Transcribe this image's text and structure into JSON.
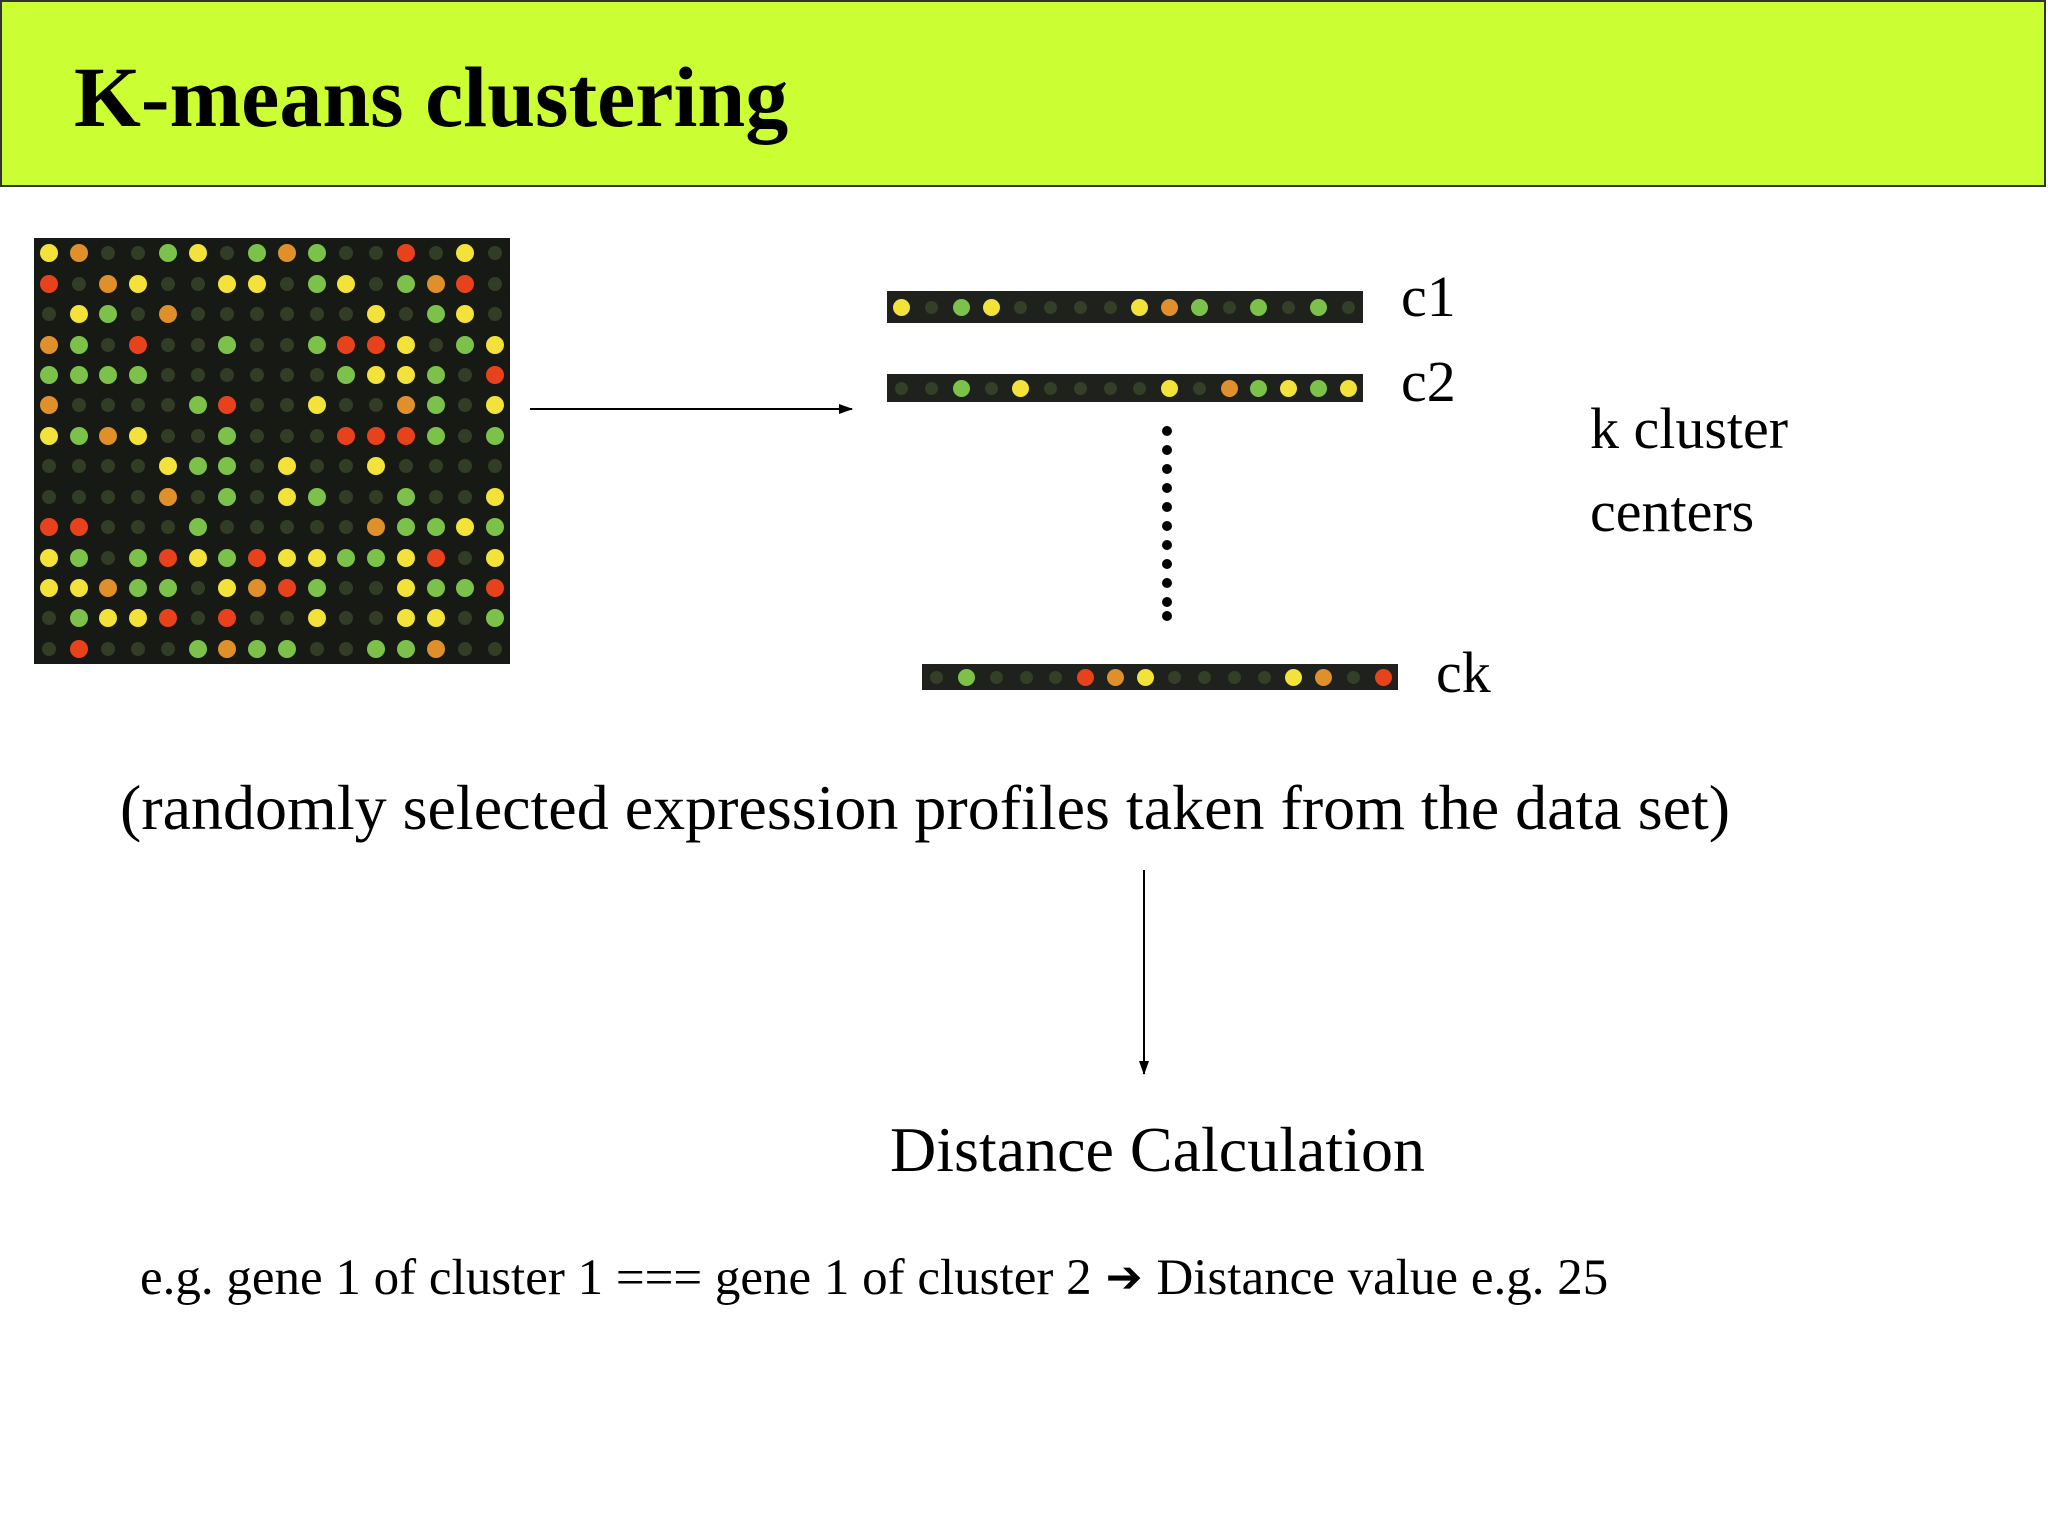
{
  "title": "K-means clustering",
  "centers": {
    "c1_label": "c1",
    "c2_label": "c2",
    "ck_label": "ck",
    "group_label_line1": "k cluster",
    "group_label_line2": "centers"
  },
  "caption": "(randomly selected expression profiles taken from the data set)",
  "step_label": "Distance Calculation",
  "example": {
    "left": "e.g. gene 1 of cluster 1 === gene 1 of cluster 2",
    "arrow": "➔",
    "right": "Distance value e.g. 25"
  },
  "colors": {
    "title_bar": "#ccff33",
    "matrix_background": "#171a14",
    "spot_red": "#e8421c",
    "spot_orange": "#e0902a",
    "spot_yellow": "#f2e23a",
    "spot_green": "#7cc24a",
    "spot_dim": "#3b4a2a"
  }
}
